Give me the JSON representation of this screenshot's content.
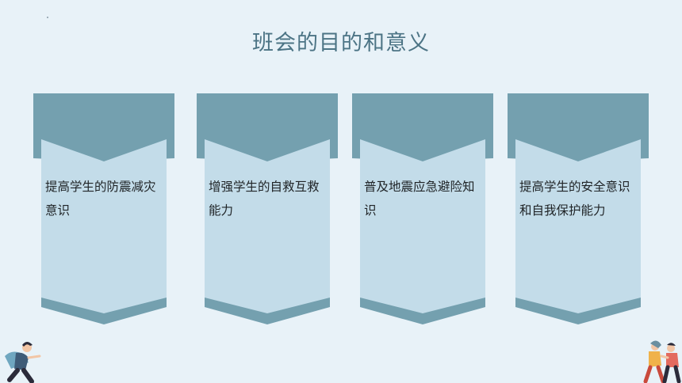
{
  "slide": {
    "title": "班会的目的和意义",
    "cards": [
      {
        "text": "提高学生的防震减灾意识"
      },
      {
        "text": "增强学生的自救互救能力"
      },
      {
        "text": "普及地震应急避险知识"
      },
      {
        "text": "提高学生的安全意识和自我保护能力"
      }
    ]
  },
  "colors": {
    "background": "#e8f2f8",
    "banner": "#74a0af",
    "card_body": "#c3dce9",
    "title_text": "#4c7485"
  },
  "icons": [
    "running-person-left-icon",
    "running-people-right-icon"
  ]
}
